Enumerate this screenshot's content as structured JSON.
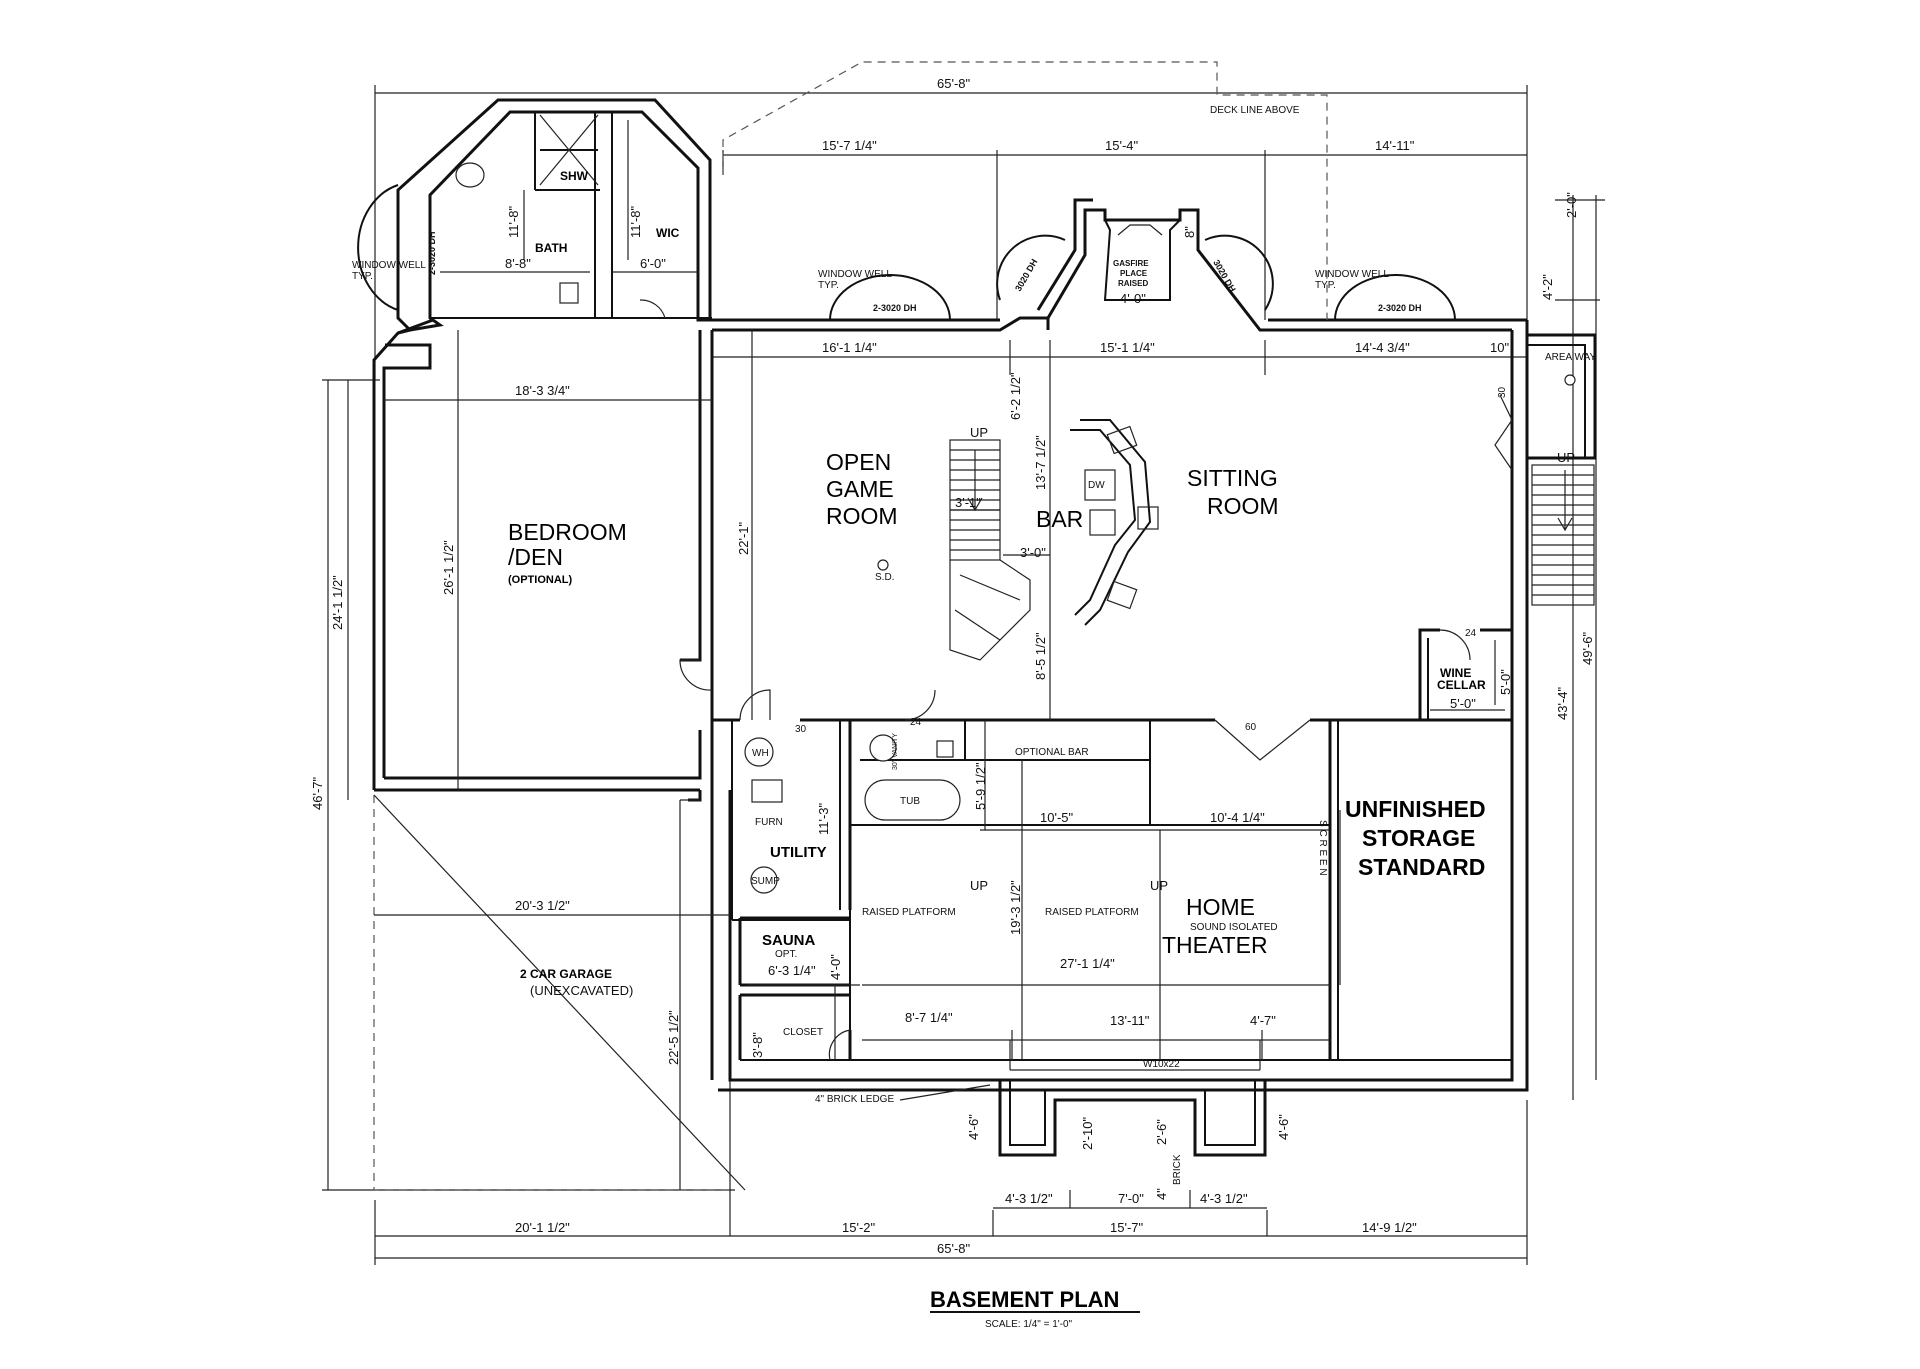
{
  "title": "BASEMENT PLAN",
  "scale": "SCALE: 1/4\" = 1'-0\"",
  "rooms": {
    "bedroom": "BEDROOM",
    "bedroom2": "/DEN",
    "bedroom_note": "(OPTIONAL)",
    "game1": "OPEN",
    "game2": "GAME",
    "game3": "ROOM",
    "bar": "BAR",
    "sitting1": "SITTING",
    "sitting2": "ROOM",
    "storage1": "UNFINISHED",
    "storage2": "STORAGE",
    "storage3": "STANDARD",
    "theater1": "HOME",
    "theater_note": "SOUND ISOLATED",
    "theater2": "THEATER",
    "utility": "UTILITY",
    "sauna": "SAUNA",
    "sauna_note": "OPT.",
    "closet": "CLOSET",
    "bath": "BATH",
    "wic": "WIC",
    "shw": "SHW",
    "wine1": "WINE",
    "wine2": "CELLAR",
    "garage1": "2 CAR GARAGE",
    "garage2": "(UNEXCAVATED)"
  },
  "labels": {
    "deck_line": "DECK LINE ABOVE",
    "window_well_left": "WINDOW WELL",
    "window_well_left2": "TYP.",
    "window_well_mid": "WINDOW WELL",
    "window_well_mid2": "TYP.",
    "window_well_right": "WINDOW WELL",
    "window_well_right2": "TYP.",
    "win_a": "2-3020 DH",
    "win_b": "2-3020 DH",
    "win_c": "2-3020 DH",
    "win_d": "3020 DH",
    "win_e": "3020 DH",
    "gasfire1": "GASFIRE",
    "gasfire2": "PLACE",
    "gasfire3": "RAISED",
    "area_way": "AREA WAY",
    "up1": "UP",
    "up2": "UP",
    "up3": "UP",
    "up4": "UP",
    "dw": "DW",
    "sd": "S.D.",
    "wh": "WH",
    "furn": "FURN",
    "sump": "SUMP",
    "tub": "TUB",
    "vanity": "30\" VANITY",
    "optional_bar": "OPTIONAL BAR",
    "raised1": "RAISED PLATFORM",
    "raised2": "RAISED PLATFORM",
    "screen": "S C R E E N",
    "brick_ledge": "4\" BRICK LEDGE",
    "beam": "W10x22",
    "brick": "BRICK",
    "door30": "30",
    "door24a": "24",
    "door24b": "24",
    "door60": "60",
    "door30b": "30"
  },
  "dims": {
    "top_overall": "65'-8\"",
    "bottom_overall": "65'-8\"",
    "t1": "15'-7 1/4\"",
    "t2": "15'-4\"",
    "t3": "14'-11\"",
    "bath_h": "11'-8\"",
    "wic_h": "11'-8\"",
    "bath_w": "8'-8\"",
    "wic_w": "6'-0\"",
    "fire_w": "4'-0\"",
    "fire_d": "8\"",
    "r2_0": "2'-0\"",
    "r4_2": "4'-2\"",
    "row1": "16'-1 1/4\"",
    "row2": "15'-1 1/4\"",
    "row3": "14'-4 3/4\"",
    "row4": "10\"",
    "bed_w": "18'-3 3/4\"",
    "bed_h": "26'-1 1/2\"",
    "left_24": "24'-1 1/2\"",
    "left_46": "46'-7\"",
    "game_h": "22'-1\"",
    "bar_6": "6'-2 1/2\"",
    "bar_13": "13'-7 1/2\"",
    "bar_8": "8'-5 1/2\"",
    "stair_3_1": "3'-1\"",
    "stair_3_0": "3'-0\"",
    "right_49": "49'-6\"",
    "right_43": "43'-4\"",
    "wine_5v": "5'-0\"",
    "wine_5h": "5'-0\"",
    "util_11": "11'-3\"",
    "bath2_5": "5'-9 1/2\"",
    "th_10_5": "10'-5\"",
    "th_10_4": "10'-4 1/4\"",
    "th_19": "19'-3 1/2\"",
    "th_27": "27'-1 1/4\"",
    "th_8_7": "8'-7 1/4\"",
    "th_13_11": "13'-11\"",
    "th_4_7": "4'-7\"",
    "garage_20_3": "20'-3 1/2\"",
    "garage_22": "22'-5 1/2\"",
    "sauna_6": "6'-3 1/4\"",
    "sauna_4": "4'-0\"",
    "closet_3": "3'-8\"",
    "b_4_6a": "4'-6\"",
    "b_4_6b": "4'-6\"",
    "b_2_10": "2'-10\"",
    "b_2_6": "2'-6\"",
    "b_4": "4\"",
    "b_4_3a": "4'-3 1/2\"",
    "b_7_0": "7'-0\"",
    "b_4_3b": "4'-3 1/2\"",
    "bot_20": "20'-1 1/2\"",
    "bot_15_2": "15'-2\"",
    "bot_15_7": "15'-7\"",
    "bot_14_9": "14'-9 1/2\""
  }
}
